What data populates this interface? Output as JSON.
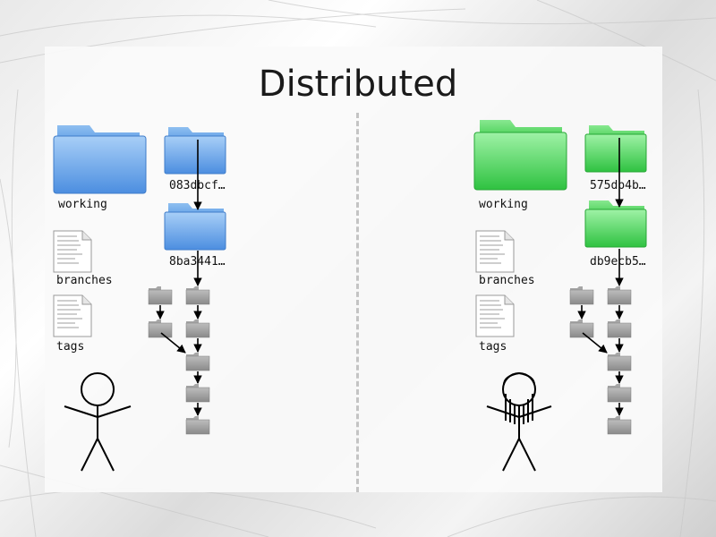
{
  "slide": {
    "title": "Distributed"
  },
  "left": {
    "working_label": "working",
    "branches_label": "branches",
    "tags_label": "tags",
    "commit_1": "083dbcf…",
    "commit_2": "8ba3441…",
    "folder_color": "#5f9ee6",
    "person": "stick-figure"
  },
  "right": {
    "working_label": "working",
    "branches_label": "branches",
    "tags_label": "tags",
    "commit_1": "575db4b…",
    "commit_2": "db9ecb5…",
    "folder_color": "#44cc55",
    "person": "stick-figure-with-hair"
  },
  "colors": {
    "blue_folder": "#5f9ee6",
    "green_folder": "#44cc55",
    "grey_folder": "#9a9a9a",
    "divider": "#c4c4c4"
  }
}
